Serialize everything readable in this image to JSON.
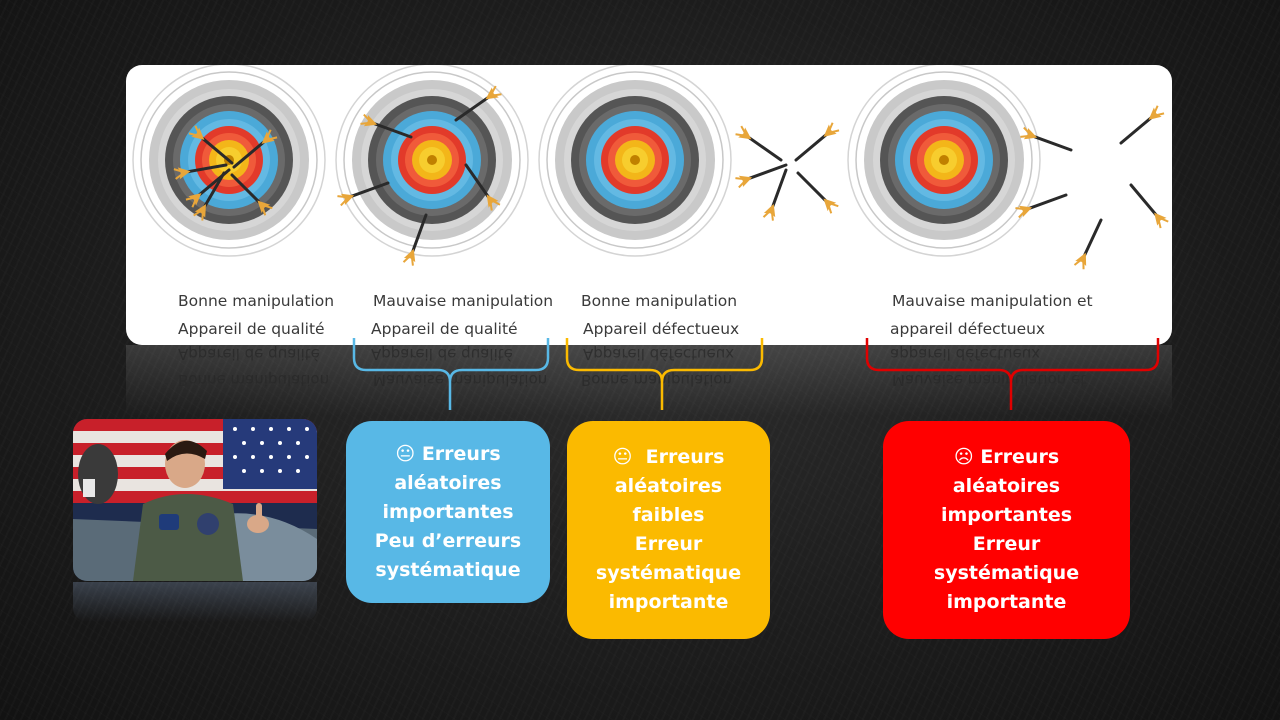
{
  "targets": [
    {
      "caption_line1": "Bonne manipulation",
      "caption_line2": "Appareil de qualité"
    },
    {
      "caption_line1": "Mauvaise manipulation",
      "caption_line2": "Appareil de qualité"
    },
    {
      "caption_line1": "Bonne manipulation",
      "caption_line2": "Appareil défectueux"
    },
    {
      "caption_line1": "Mauvaise manipulation et",
      "caption_line2": "appareil défectueux"
    }
  ],
  "boxes": {
    "blue": {
      "emoji": "😐",
      "line1": "Erreurs",
      "line2": "aléatoires",
      "line3": "importantes",
      "line4": "Peu d’erreurs",
      "line5": "systématique",
      "color": "#58b8e6"
    },
    "yellow": {
      "emoji": "😐",
      "line1": "Erreurs",
      "line2": "aléatoires",
      "line3": "faibles",
      "line4": "Erreur",
      "line5": "systématique",
      "line6": "importante",
      "color": "#fbba00"
    },
    "red": {
      "emoji": "☹",
      "line1": "Erreurs aléatoires",
      "line2": "importantes",
      "line3": "Erreur",
      "line4": "systématique",
      "line5": "importante",
      "color": "#ff0000"
    }
  },
  "bracket_colors": {
    "blue": "#58b8e6",
    "yellow": "#fbba00",
    "red": "#e00000"
  },
  "icons": {
    "photo": "pilot-photo",
    "target": "archery-target-icon",
    "arrow": "arrow-icon"
  }
}
